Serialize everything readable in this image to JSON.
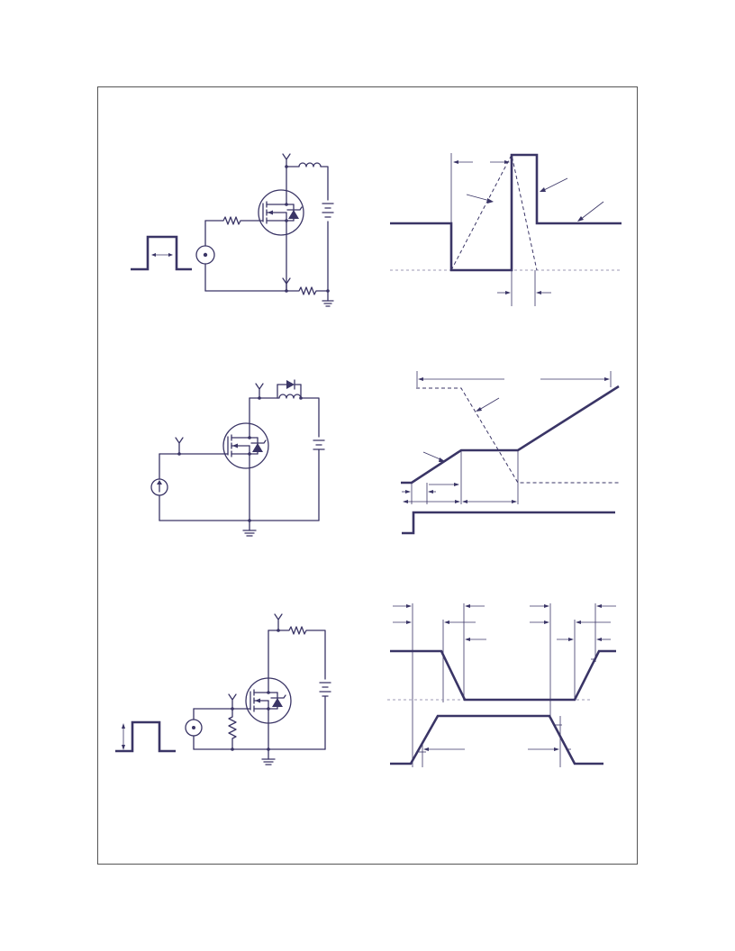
{
  "figures": [
    {
      "id": "unclamped-inductive-test-circuit",
      "labels": []
    },
    {
      "id": "unclamped-inductive-waveforms",
      "labels": []
    },
    {
      "id": "gate-charge-test-circuit",
      "labels": []
    },
    {
      "id": "gate-charge-waveforms",
      "labels": []
    },
    {
      "id": "switching-time-test-circuit",
      "labels": []
    },
    {
      "id": "switching-time-waveforms",
      "labels": []
    }
  ],
  "colors": {
    "ink": "#3a3566",
    "frame": "#555555",
    "reference": "#9c9ab5",
    "background": "#ffffff"
  }
}
